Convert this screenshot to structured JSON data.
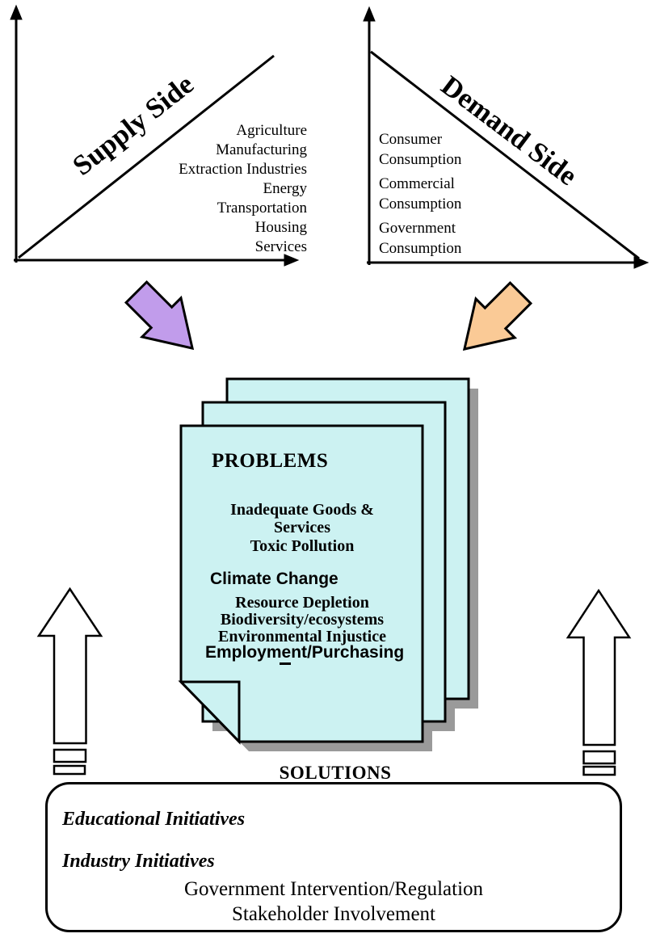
{
  "colors": {
    "page_fill": "#CCF2F2",
    "shadow": "#9A9A9A",
    "supply_arrow": "#C19CEB",
    "demand_arrow": "#FACA96",
    "up_arrow_fill": "#FFFFFF",
    "outline": "#000000"
  },
  "supply_chart": {
    "title": "Supply Side",
    "items": [
      "Agriculture",
      "Manufacturing",
      "Extraction Industries",
      "Energy",
      "Transportation",
      "Housing",
      "Services"
    ]
  },
  "demand_chart": {
    "title": "Demand Side",
    "items": [
      "Consumer Consumption",
      "Commercial Consumption",
      "Government Consumption"
    ]
  },
  "problems": {
    "heading": "PROBLEMS",
    "items": [
      "Inadequate Goods & Services",
      "Toxic Pollution",
      "Climate Change",
      "Resource Depletion",
      "Biodiversity/ecosystems",
      "Environmental Injustice",
      "Employment/Purchasing"
    ]
  },
  "solutions": {
    "heading": "SOLUTIONS",
    "items": [
      "Educational Initiatives",
      "Industry Initiatives",
      "Government Intervention/Regulation",
      "Stakeholder Involvement"
    ]
  }
}
